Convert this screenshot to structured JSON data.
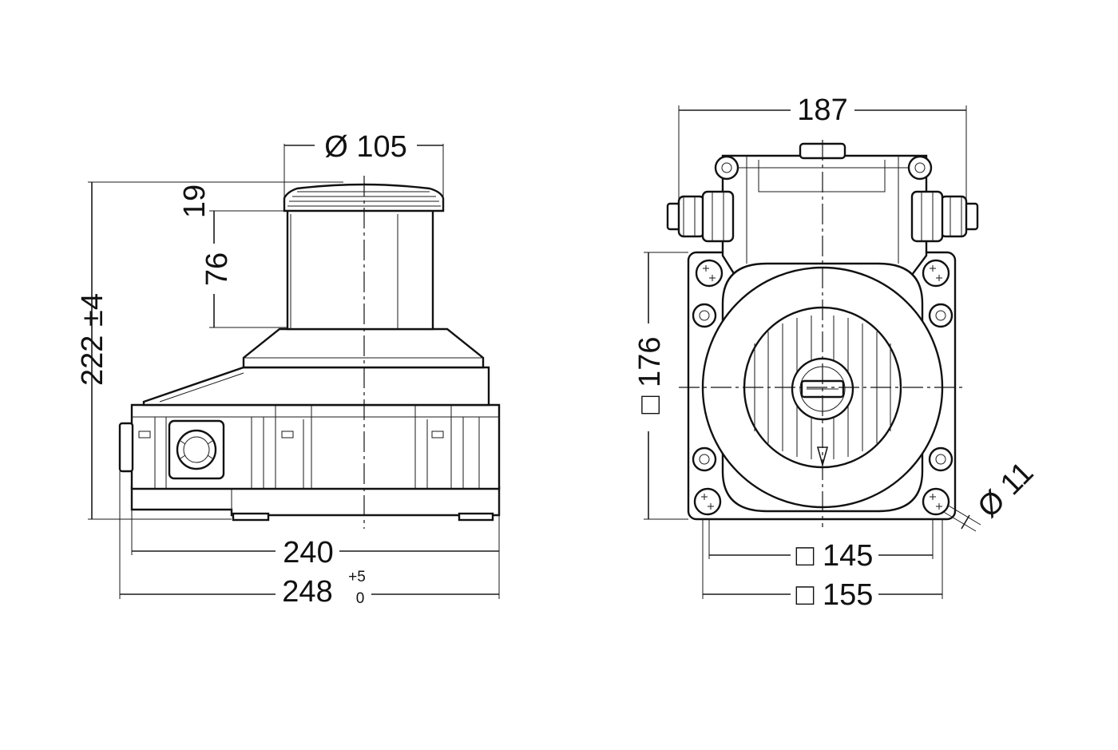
{
  "side_view": {
    "dim_diameter": "Ø 105",
    "dim_total_height": "222 ±4",
    "dim_top_height": "19",
    "dim_drum_height": "76",
    "dim_base_width": "240",
    "dim_overall_width": "248",
    "dim_overall_width_tol_upper": "+5",
    "dim_overall_width_tol_lower": "0"
  },
  "front_view": {
    "dim_width": "187",
    "dim_height": "□ 176",
    "dim_hole_spacing": "□ 145",
    "dim_base_square": "□ 155",
    "dim_hole_diameter": "Ø 11"
  }
}
